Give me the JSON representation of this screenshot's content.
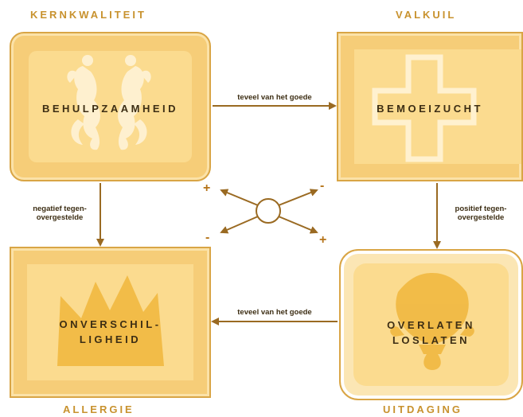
{
  "headings": {
    "top_left": "KERNKWALITEIT",
    "top_right": "VALKUIL",
    "bottom_left": "ALLERGIE",
    "bottom_right": "UITDAGING"
  },
  "boxes": {
    "kernkwaliteit": "BEHULPZAAMHEID",
    "valkuil": "BEMOEIZUCHT",
    "allergie_line1": "ONVERSCHIL-",
    "allergie_line2": "LIGHEID",
    "uitdaging_line1": "OVERLATEN",
    "uitdaging_line2": "LOSLATEN"
  },
  "edges": {
    "top": "teveel van het goede",
    "bottom": "teveel van het goede",
    "left_line1": "negatief tegen-",
    "left_line2": "overgestelde",
    "right_line1": "positief tegen-",
    "right_line2": "overgestelde"
  },
  "signs": {
    "top_left": "+",
    "top_right": "-",
    "bottom_left": "-",
    "bottom_right": "+"
  },
  "icons": {
    "kernkwaliteit": "cherub-ornament-icon",
    "valkuil": "cross-icon",
    "allergie": "mountain-spikes-icon",
    "uitdaging": "scallop-shell-icon"
  },
  "colors": {
    "heading": "#c8922e",
    "box_outer": "#f6cd78",
    "box_inner": "#fbdb8f",
    "border": "#d9a545",
    "arrow": "#9a6a22",
    "text": "#3d2e14"
  }
}
